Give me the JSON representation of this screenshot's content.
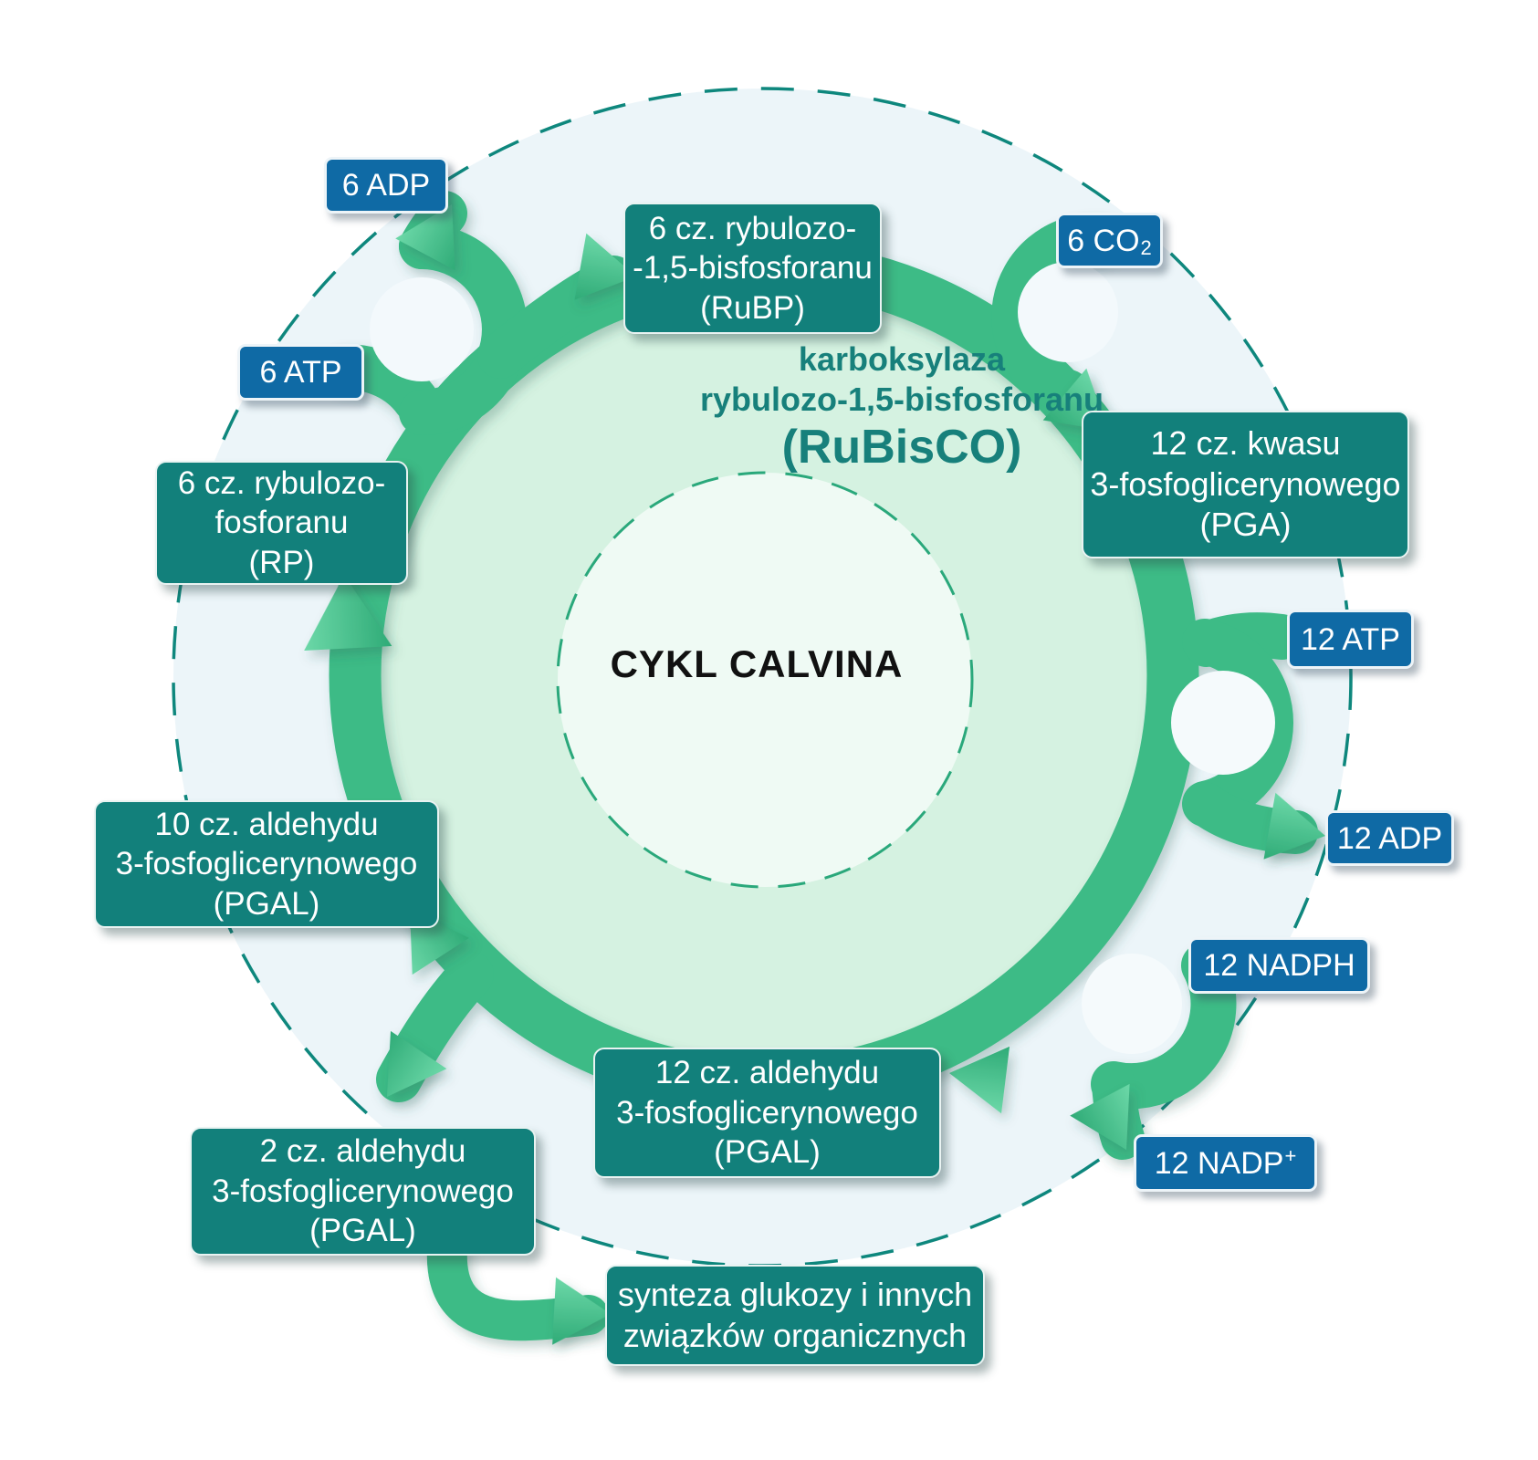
{
  "title": "CYKL CALVINA",
  "enzyme": {
    "line1": "karboksylaza",
    "line2": "rybulozo-1,5-bisfosforanu",
    "line3": "(RuBisCO)"
  },
  "nodes": {
    "rubp": {
      "lines": [
        "6 cz. rybulozo-",
        "-1,5-bisfosforanu",
        "(RuBP)"
      ]
    },
    "pga": {
      "lines": [
        "12 cz. kwasu",
        "3-fosfoglicerynowego",
        "(PGA)"
      ]
    },
    "pgal12": {
      "lines": [
        "12 cz. aldehydu",
        "3-fosfoglicerynowego",
        "(PGAL)"
      ]
    },
    "pgal2": {
      "lines": [
        "2 cz. aldehydu",
        "3-fosfoglicerynowego",
        "(PGAL)"
      ]
    },
    "pgal10": {
      "lines": [
        "10 cz. aldehydu",
        "3-fosfoglicerynowego",
        "(PGAL)"
      ]
    },
    "rp": {
      "lines": [
        "6 cz. rybulozo-",
        "fosforanu",
        "(RP)"
      ]
    },
    "synthesis": {
      "lines": [
        "synteza glukozy i innych",
        "związków organicznych"
      ]
    }
  },
  "substances": {
    "adp6": {
      "text": "6 ADP"
    },
    "atp6": {
      "text": "6 ATP"
    },
    "co2": {
      "text": "6 CO",
      "sub": "2"
    },
    "atp12": {
      "text": "12 ATP"
    },
    "adp12": {
      "text": "12 ADP"
    },
    "nadph12": {
      "text": "12 NADPH"
    },
    "nadp12": {
      "text": "12 NADP",
      "sup": "+"
    }
  },
  "colors": {
    "teal_box": "#12807b",
    "blue_box": "#0f6aa5",
    "ring_green": "#3cbb86",
    "arrow_light": "#6cd8a8",
    "mint_fill": "#d5f2e1",
    "inner_fill": "#effaf4",
    "outer_fill": "#ecf5f9",
    "outer_dash": "#0e877d",
    "inner_dash": "#2aa87b",
    "enzyme_text": "#17807b",
    "title_text": "#111111"
  }
}
